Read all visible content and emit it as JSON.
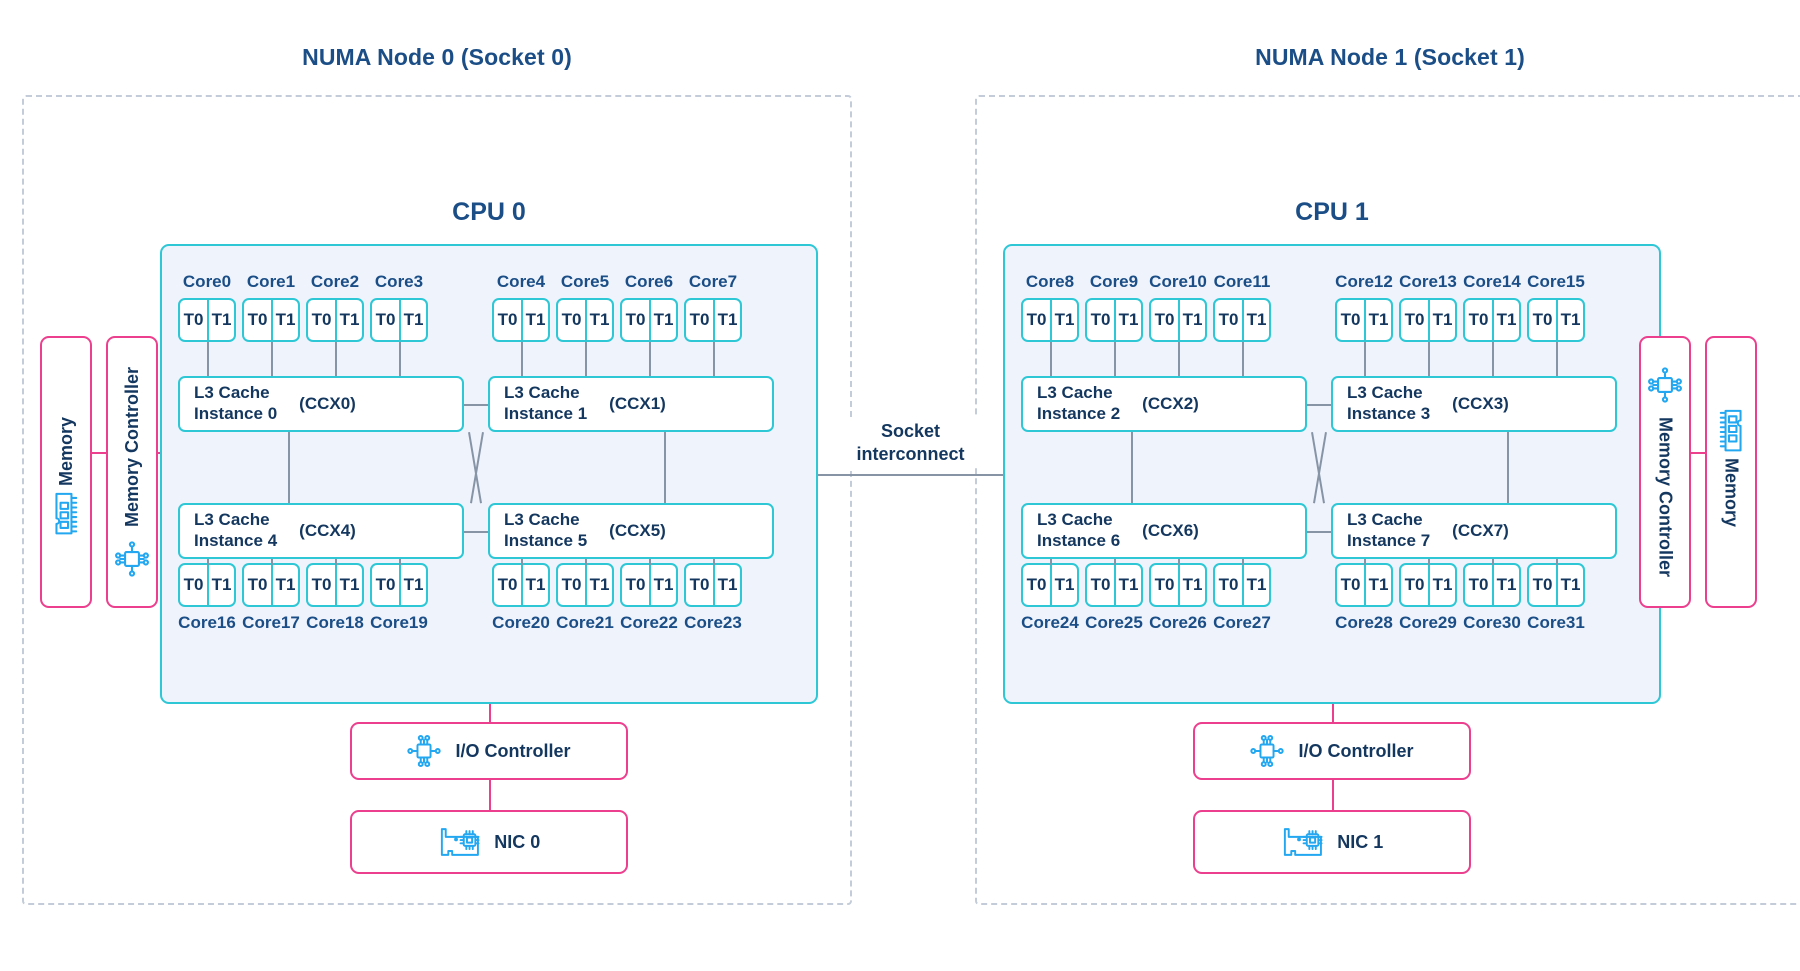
{
  "nodes": [
    {
      "title": "NUMA Node 0 (Socket 0)",
      "cpu_title": "CPU 0",
      "memory_label": "Memory",
      "memory_controller_label": "Memory Controller",
      "io_controller_label": "I/O Controller",
      "nic_label": "NIC 0",
      "cores_top": [
        "Core0",
        "Core1",
        "Core2",
        "Core3",
        "Core4",
        "Core5",
        "Core6",
        "Core7"
      ],
      "cores_bottom": [
        "Core16",
        "Core17",
        "Core18",
        "Core19",
        "Core20",
        "Core21",
        "Core22",
        "Core23"
      ],
      "l3_top": [
        {
          "name": "L3 Cache\nInstance 0",
          "ccx": "(CCX0)"
        },
        {
          "name": "L3 Cache\nInstance 1",
          "ccx": "(CCX1)"
        }
      ],
      "l3_bottom": [
        {
          "name": "L3 Cache\nInstance 4",
          "ccx": "(CCX4)"
        },
        {
          "name": "L3 Cache\nInstance 5",
          "ccx": "(CCX5)"
        }
      ]
    },
    {
      "title": "NUMA Node 1 (Socket 1)",
      "cpu_title": "CPU 1",
      "memory_label": "Memory",
      "memory_controller_label": "Memory Controller",
      "io_controller_label": "I/O Controller",
      "nic_label": "NIC 1",
      "cores_top": [
        "Core8",
        "Core9",
        "Core10",
        "Core11",
        "Core12",
        "Core13",
        "Core14",
        "Core15"
      ],
      "cores_bottom": [
        "Core24",
        "Core25",
        "Core26",
        "Core27",
        "Core28",
        "Core29",
        "Core30",
        "Core31"
      ],
      "l3_top": [
        {
          "name": "L3 Cache\nInstance 2",
          "ccx": "(CCX2)"
        },
        {
          "name": "L3 Cache\nInstance 3",
          "ccx": "(CCX3)"
        }
      ],
      "l3_bottom": [
        {
          "name": "L3 Cache\nInstance 6",
          "ccx": "(CCX6)"
        },
        {
          "name": "L3 Cache\nInstance 7",
          "ccx": "(CCX7)"
        }
      ]
    }
  ],
  "thread_labels": {
    "t0": "T0",
    "t1": "T1"
  },
  "socket_interconnect_label": "Socket\ninterconnect",
  "icons": {
    "memory": "ram-stick-icon",
    "memory_controller": "chip-icon",
    "io_controller": "chip-icon",
    "nic": "network-card-icon"
  },
  "colors": {
    "title_blue": "#1b4e86",
    "text_navy": "#14375f",
    "cyan": "#2ec7d6",
    "icon_blue": "#22a7f0",
    "pink": "#ec3f8e",
    "cpu_fill": "#eef3fc",
    "dashed_gray": "#c3ccd8",
    "line_gray": "#8794a6"
  }
}
